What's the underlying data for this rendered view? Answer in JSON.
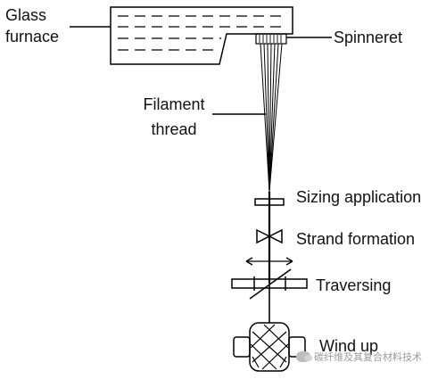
{
  "diagram": {
    "labels": {
      "glass_furnace_line1": "Glass",
      "glass_furnace_line2": "furnace",
      "spinneret": "Spinneret",
      "filament_line1": "Filament",
      "filament_line2": "thread",
      "sizing": "Sizing application",
      "strand": "Strand formation",
      "traversing": "Traversing",
      "wind_up": "Wind up"
    },
    "watermark": "碳纤维及其复合材料技术",
    "line_color": "#000000"
  }
}
